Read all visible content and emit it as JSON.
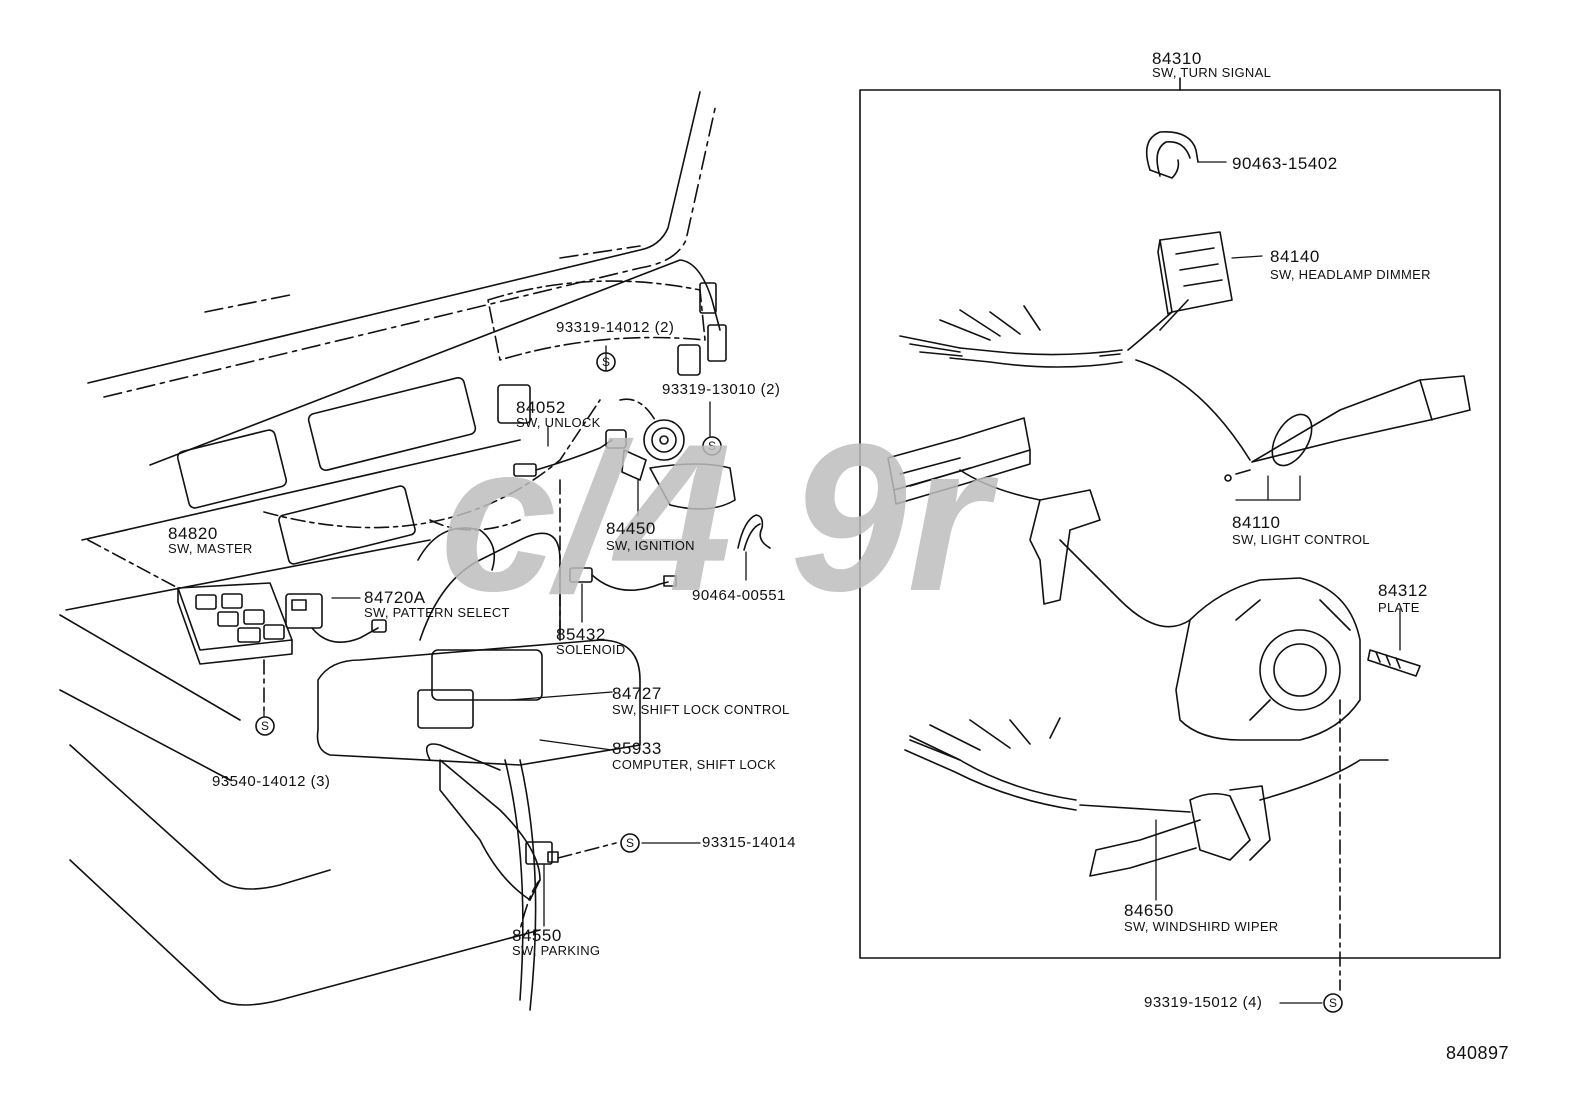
{
  "diagram_id": "840897",
  "watermark_text": "c/4 9r",
  "parts": {
    "turn_signal": {
      "number": "84310",
      "desc": "SW, TURN SIGNAL"
    },
    "clamp_a": {
      "number": "90463-15402"
    },
    "headlamp_dimmer": {
      "number": "84140",
      "desc": "SW, HEADLAMP DIMMER"
    },
    "light_control": {
      "number": "84110",
      "desc": "SW, LIGHT  CONTROL"
    },
    "plate": {
      "number": "84312",
      "desc": "PLATE"
    },
    "windshield_wiper": {
      "number": "84650",
      "desc": "SW, WINDSHIRD WIPER"
    },
    "screw_d": {
      "number": "93319-15012 (4)"
    },
    "screw_a": {
      "number": "93319-14012 (2)"
    },
    "screw_b": {
      "number": "93319-13010 (2)"
    },
    "unlock": {
      "number": "84052",
      "desc": "SW, UNLOCK"
    },
    "ignition": {
      "number": "84450",
      "desc": "SW, IGNITION"
    },
    "master": {
      "number": "84820",
      "desc": "SW, MASTER"
    },
    "pattern_select": {
      "number": "84720A",
      "desc": "SW, PATTERN SELECT"
    },
    "clamp_b": {
      "number": "90464-00551"
    },
    "solenoid": {
      "number": "85432",
      "desc": "SOLENOID"
    },
    "shift_lock_control": {
      "number": "84727",
      "desc": "SW, SHIFT LOCK CONTROL"
    },
    "shift_lock_computer": {
      "number": "85933",
      "desc": "COMPUTER, SHIFT LOCK"
    },
    "screw_c": {
      "number": "93540-14012 (3)"
    },
    "screw_e": {
      "number": "93315-14014"
    },
    "parking": {
      "number": "84550",
      "desc": "SW, PARKING"
    }
  },
  "screw_symbol": "S"
}
